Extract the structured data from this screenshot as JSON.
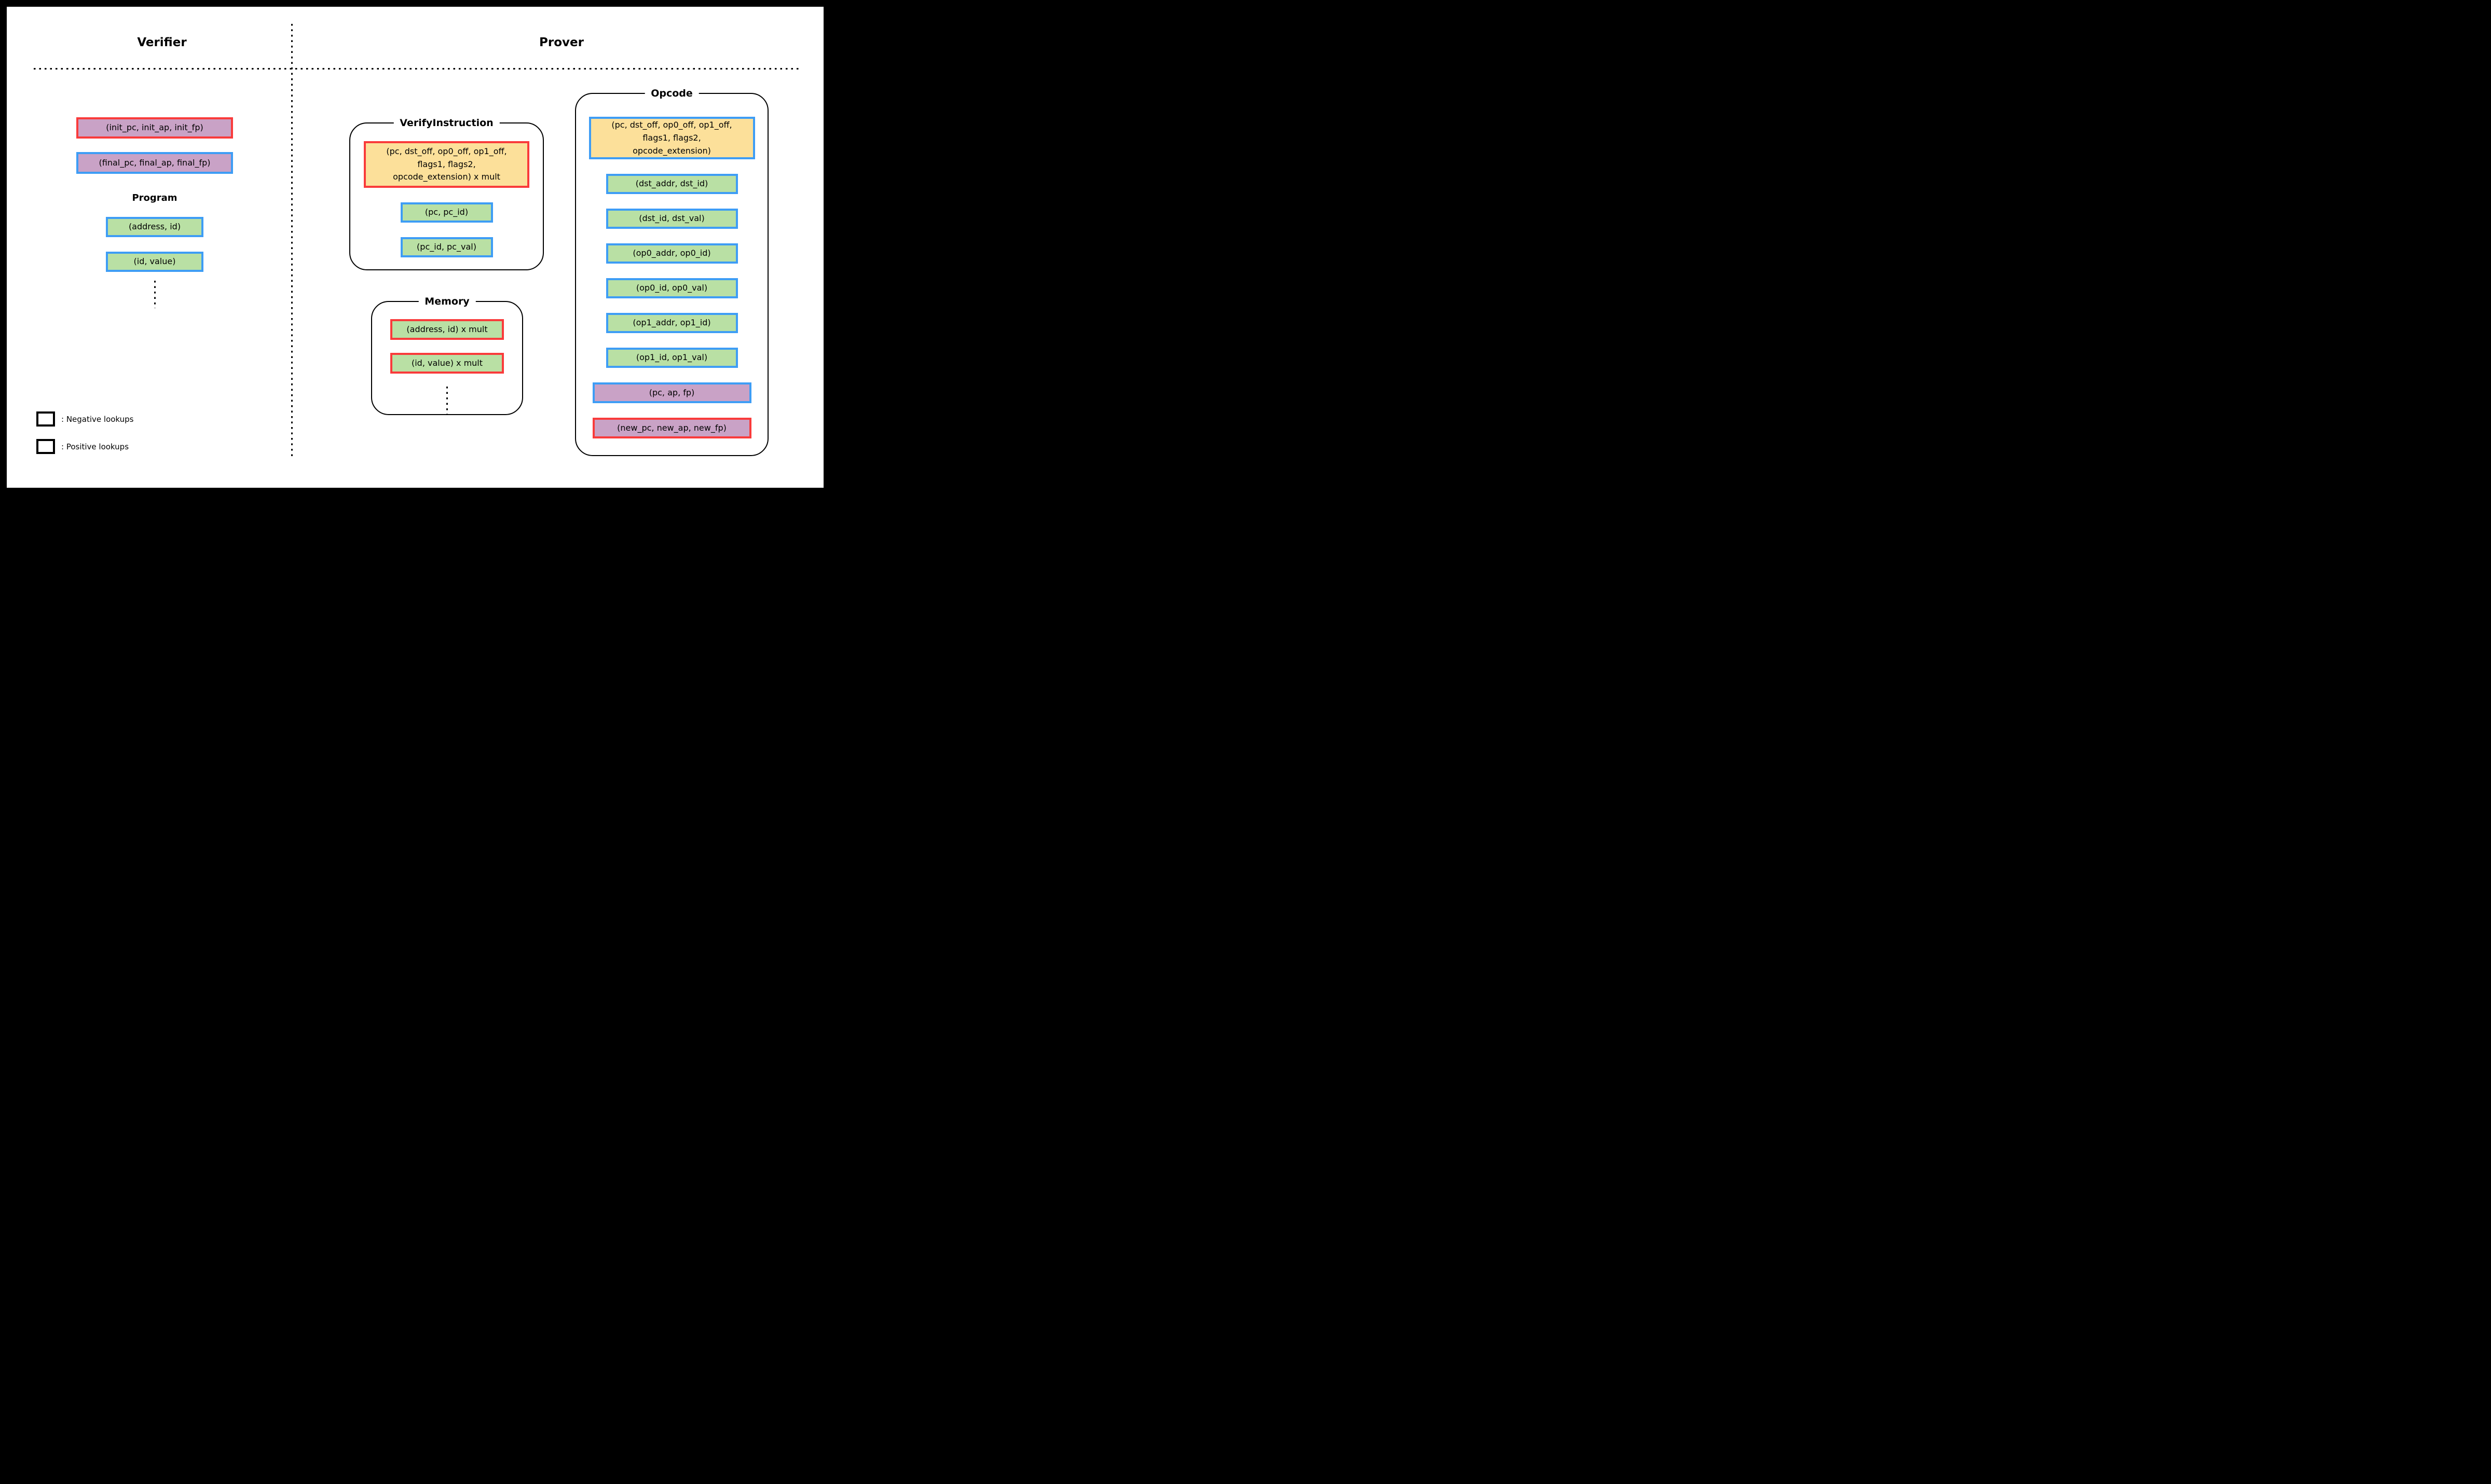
{
  "palette": {
    "red": "#f93b3b",
    "blue": "#3e9df5",
    "green": "#b9e0a4",
    "yellow": "#fce09a",
    "purple": "#c9a2c6"
  },
  "header": {
    "verifier_title": "Verifier",
    "prover_title": "Prover"
  },
  "verifier": {
    "init_box": "(init_pc, init_ap, init_fp)",
    "final_box": "(final_pc, final_ap, final_fp)",
    "program_heading": "Program",
    "program_rows": [
      {
        "label": "(address, id)"
      },
      {
        "label": "(id, value)"
      }
    ]
  },
  "legend": {
    "items": [
      {
        "label": ": Negative lookups",
        "border": "#f93b3b"
      },
      {
        "label": ": Positive lookups",
        "border": "#3e9df5"
      }
    ]
  },
  "panels": {
    "verify_instruction": {
      "title": "VerifyInstruction",
      "tuple": "(pc, dst_off, op0_off, op1_off,\nflags1, flags2,\nopcode_extension) x mult",
      "rows": [
        {
          "label": "(pc, pc_id)"
        },
        {
          "label": "(pc_id, pc_val)"
        }
      ]
    },
    "memory": {
      "title": "Memory",
      "rows": [
        {
          "label": "(address, id) x mult"
        },
        {
          "label": "(id, value) x mult"
        }
      ]
    },
    "opcode": {
      "title": "Opcode",
      "tuple": "(pc, dst_off, op0_off, op1_off,\nflags1, flags2,\nopcode_extension)",
      "rows": [
        {
          "label": "(dst_addr, dst_id)"
        },
        {
          "label": "(dst_id, dst_val)"
        },
        {
          "label": "(op0_addr, op0_id)"
        },
        {
          "label": "(op0_id, op0_val)"
        },
        {
          "label": "(op1_addr, op1_id)"
        },
        {
          "label": "(op1_id, op1_val)"
        }
      ],
      "registers": "(pc, ap, fp)",
      "new_registers": "(new_pc, new_ap, new_fp)"
    }
  }
}
